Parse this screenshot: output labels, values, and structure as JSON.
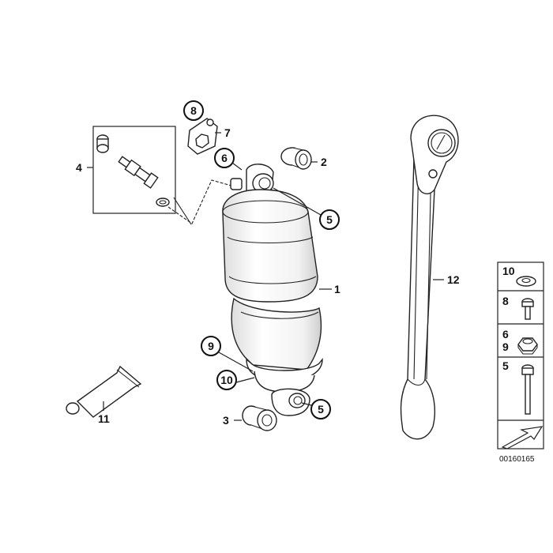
{
  "diagram_id": "00160165",
  "callouts": {
    "c1": "1",
    "c2": "2",
    "c3": "3",
    "c4": "4",
    "c5a": "5",
    "c5b": "5",
    "c6": "6",
    "c7": "7",
    "c8": "8",
    "c9": "9",
    "c10": "10",
    "c11": "11",
    "c12": "12"
  },
  "legend": {
    "r1": "10",
    "r2": "8",
    "r3a": "6",
    "r3b": "9",
    "r4": "5"
  }
}
